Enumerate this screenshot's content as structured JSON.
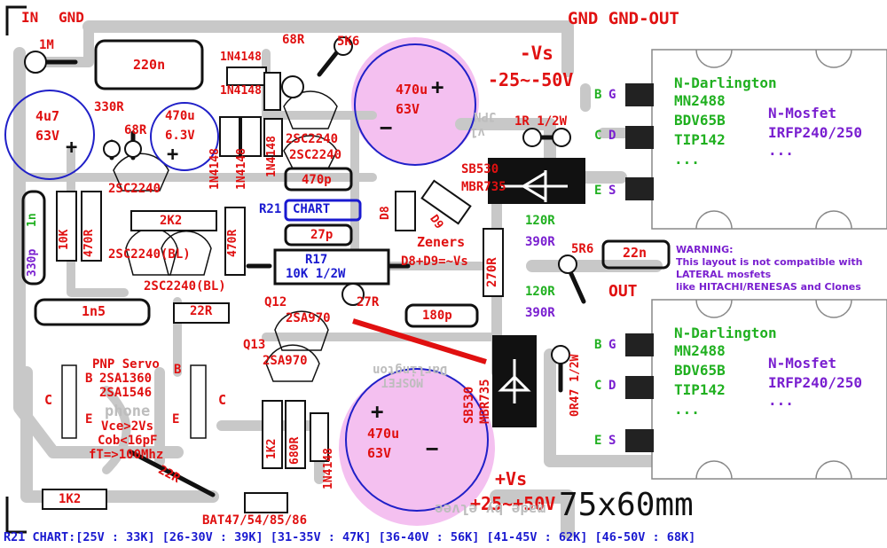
{
  "header": {
    "in_label": "IN",
    "gnd_label": "GND",
    "gnd_out_label": "GND  GND-OUT",
    "neg_rail": "-Vs",
    "neg_rail_range": "-25~-50V",
    "pos_rail": "+Vs",
    "pos_rail_range": "+25~+50V",
    "size": "75x60mm",
    "out_label": "OUT"
  },
  "components": {
    "r_1m": "1M",
    "c_220n": "220n",
    "r_68r_top": "68R",
    "r_5k6": "5K6",
    "d_1n4148_a": "1N4148",
    "d_1n4148_b": "1N4148",
    "d_1n4148_c": "1N4148",
    "d_1n4148_d": "1N4148",
    "d_1n4148_e": "1N4148",
    "d_1n4148_f": "1N4148",
    "c_4u7": "4u7",
    "c_4u7_v": "63V",
    "r_330r": "330R",
    "r_68r": "68R",
    "c_470u_small": "470u",
    "c_470u_small_v": "6.3V",
    "q_2sc2240_a": "2SC2240",
    "q_2sc2240_b": "2SC2240",
    "q_2sc2240_c": "2SC2240",
    "q_2sc2240_bl_a": "2SC2240(BL)",
    "q_2sc2240_bl_b": "2SC2240(BL)",
    "c_470p": "470p",
    "r21": "R21",
    "r21_chart": "CHART",
    "c_27p": "27p",
    "r17": "R17",
    "r17_value": "10K 1/2W",
    "r_27r": "27R",
    "r_10k": "10K",
    "r_470r_a": "470R",
    "r_470r_b": "470R",
    "r_2k2": "2K2",
    "c_330p": "330p",
    "c_1n": "1n",
    "c_1n5": "1n5",
    "r_22r_a": "22R",
    "r_22r_b": "22R",
    "q12": "Q12",
    "q12_part": "2SA970",
    "q13": "Q13",
    "q13_part": "2SA970",
    "c_180p": "180p",
    "d8": "D8",
    "d9": "D9",
    "zeners": "Zeners",
    "zeners_note": "D8+D9=~Vs",
    "r_270r": "270R",
    "r_120r_a": "120R",
    "r_390r_a": "390R",
    "r_120r_b": "120R",
    "r_390r_b": "390R",
    "r_5r6": "5R6",
    "c_22n": "22n",
    "r_1r": "1R 1/2W",
    "r_0r47": "0R47 1/2W",
    "sb530_a": "SB530",
    "mbr735_a": "MBR735",
    "sb530_b": "SB530",
    "mbr735_b": "MBR735",
    "c_470u_big_top": "470u",
    "c_470u_big_top_v": "63V",
    "c_470u_big_bot": "470u",
    "c_470u_big_bot_v": "63V",
    "servo_title": "PNP Servo",
    "servo_part1": "2SA1360",
    "servo_part2": "2SA1546",
    "servo_spec1": "Vce>2Vs",
    "servo_spec2": "Cob<16pF",
    "servo_spec3": "fT=>100Mhz",
    "pin_b1": "B",
    "pin_c1": "C",
    "pin_e1": "E",
    "pin_b2": "B",
    "pin_c2": "C",
    "pin_e2": "E",
    "r_1k2_a": "1K2",
    "r_680r": "680R",
    "r_1k2_b": "1K2",
    "bat47": "BAT47/54/85/86",
    "plus_sign": "+",
    "minus_sign": "−"
  },
  "output_devices": {
    "top": {
      "darlington_title": "N-Darlington",
      "darlington_parts": [
        "MN2488",
        "BDV65B",
        "TIP142",
        "..."
      ],
      "mosfet_title": "N-Mosfet",
      "mosfet_parts": [
        "IRFP240/250",
        "..."
      ],
      "pins": [
        {
          "bjt": "B",
          "fet": "G"
        },
        {
          "bjt": "C",
          "fet": "D"
        },
        {
          "bjt": "E",
          "fet": "S"
        }
      ]
    },
    "bottom": {
      "darlington_title": "N-Darlington",
      "darlington_parts": [
        "MN2488",
        "BDV65B",
        "TIP142",
        "..."
      ],
      "mosfet_title": "N-Mosfet",
      "mosfet_parts": [
        "IRFP240/250",
        "..."
      ],
      "pins": [
        {
          "bjt": "B",
          "fet": "G"
        },
        {
          "bjt": "C",
          "fet": "D"
        },
        {
          "bjt": "E",
          "fet": "S"
        }
      ]
    }
  },
  "warning": {
    "line1": "WARNING:",
    "line2": "This layout is not compatible with",
    "line3": "LATERAL mosfets",
    "line4": "like HITACHI/RENESAS and Clones"
  },
  "watermarks": {
    "jpn": "JPN",
    "v1": "v1",
    "darlington": "Darlington",
    "mosfet": "MOSFET",
    "phone": "phone",
    "made_by": "made by elvee"
  },
  "footer": {
    "chart": "R21 CHART:[25V : 33K] [26-30V : 39K] [31-35V : 47K] [36-40V : 56K] [41-45V : 62K] [46-50V : 68K]"
  },
  "colors": {
    "trace": "#c8c8c8",
    "text_red": "#e01010",
    "text_blue": "#1a1ad0",
    "text_green": "#20b020",
    "text_purple": "#7a20d0",
    "cap_outline": "#2020c8",
    "cap_highlight": "#f4c0f0"
  }
}
